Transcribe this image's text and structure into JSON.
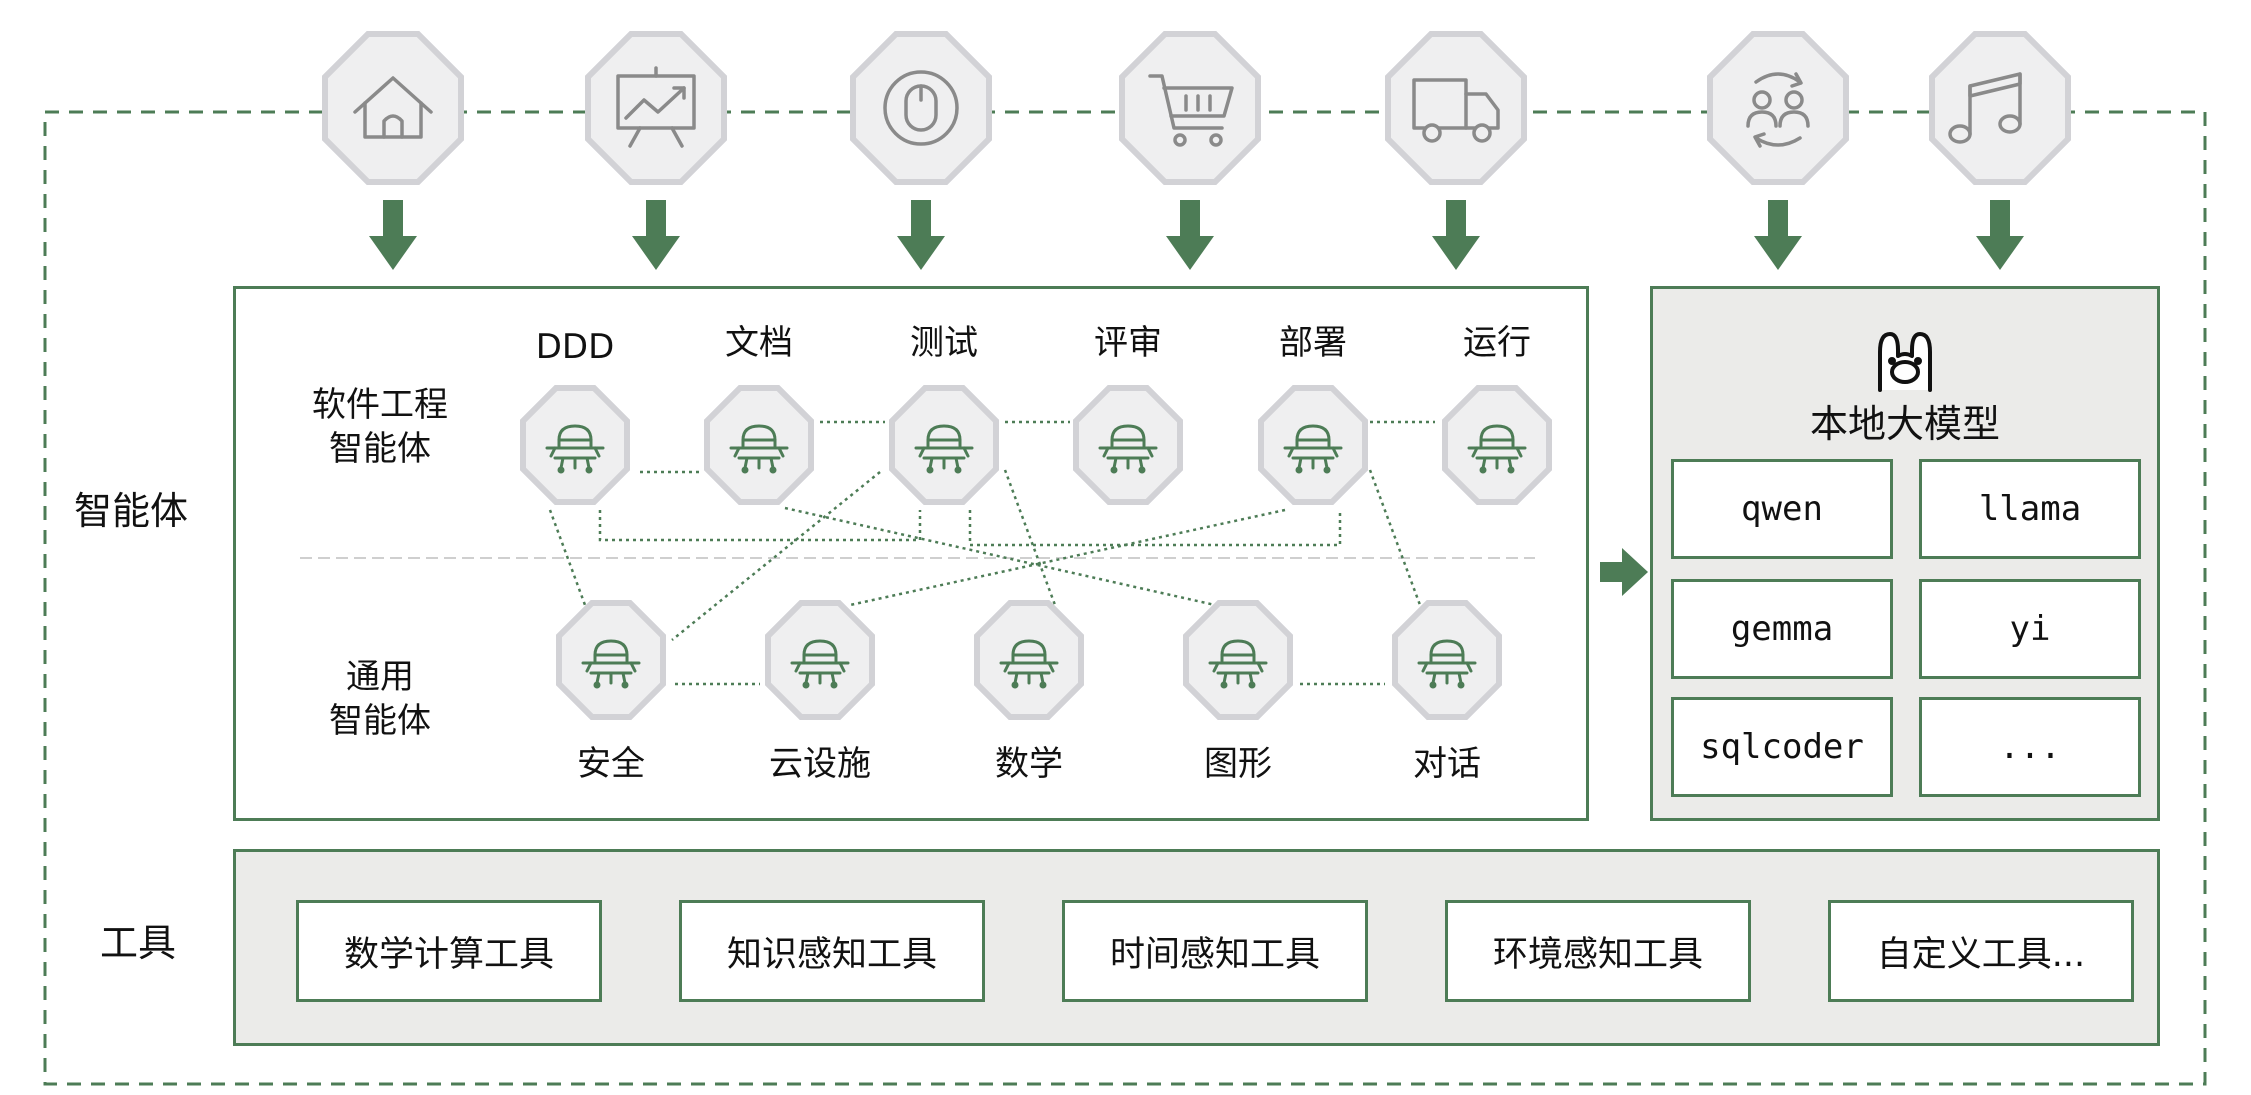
{
  "left_labels": {
    "agents": "智能体",
    "tools": "工具"
  },
  "agents_panel": {
    "se_group_label": [
      "软件工程",
      "智能体"
    ],
    "general_group_label": [
      "通用",
      "智能体"
    ],
    "se_agents": [
      "DDD",
      "文档",
      "测试",
      "评审",
      "部署",
      "运行"
    ],
    "general_agents": [
      "安全",
      "云设施",
      "数学",
      "图形",
      "对话"
    ]
  },
  "llm_panel": {
    "title": "本地大模型",
    "models": [
      "qwen",
      "llama",
      "gemma",
      "yi",
      "sqlcoder",
      "..."
    ]
  },
  "tools_panel": {
    "tools": [
      "数学计算工具",
      "知识感知工具",
      "时间感知工具",
      "环境感知工具",
      "自定义工具..."
    ]
  },
  "top_icons": [
    "home-icon",
    "presentation-chart-icon",
    "mouse-icon",
    "shopping-cart-icon",
    "delivery-truck-icon",
    "people-sync-icon",
    "music-note-icon"
  ],
  "colors": {
    "accent": "#4d7c56",
    "octagon_fill": "#efeff0",
    "octagon_stroke": "#d2d2d6",
    "panel_gray": "#ebebe9",
    "icon_gray": "#8a8a8a"
  }
}
